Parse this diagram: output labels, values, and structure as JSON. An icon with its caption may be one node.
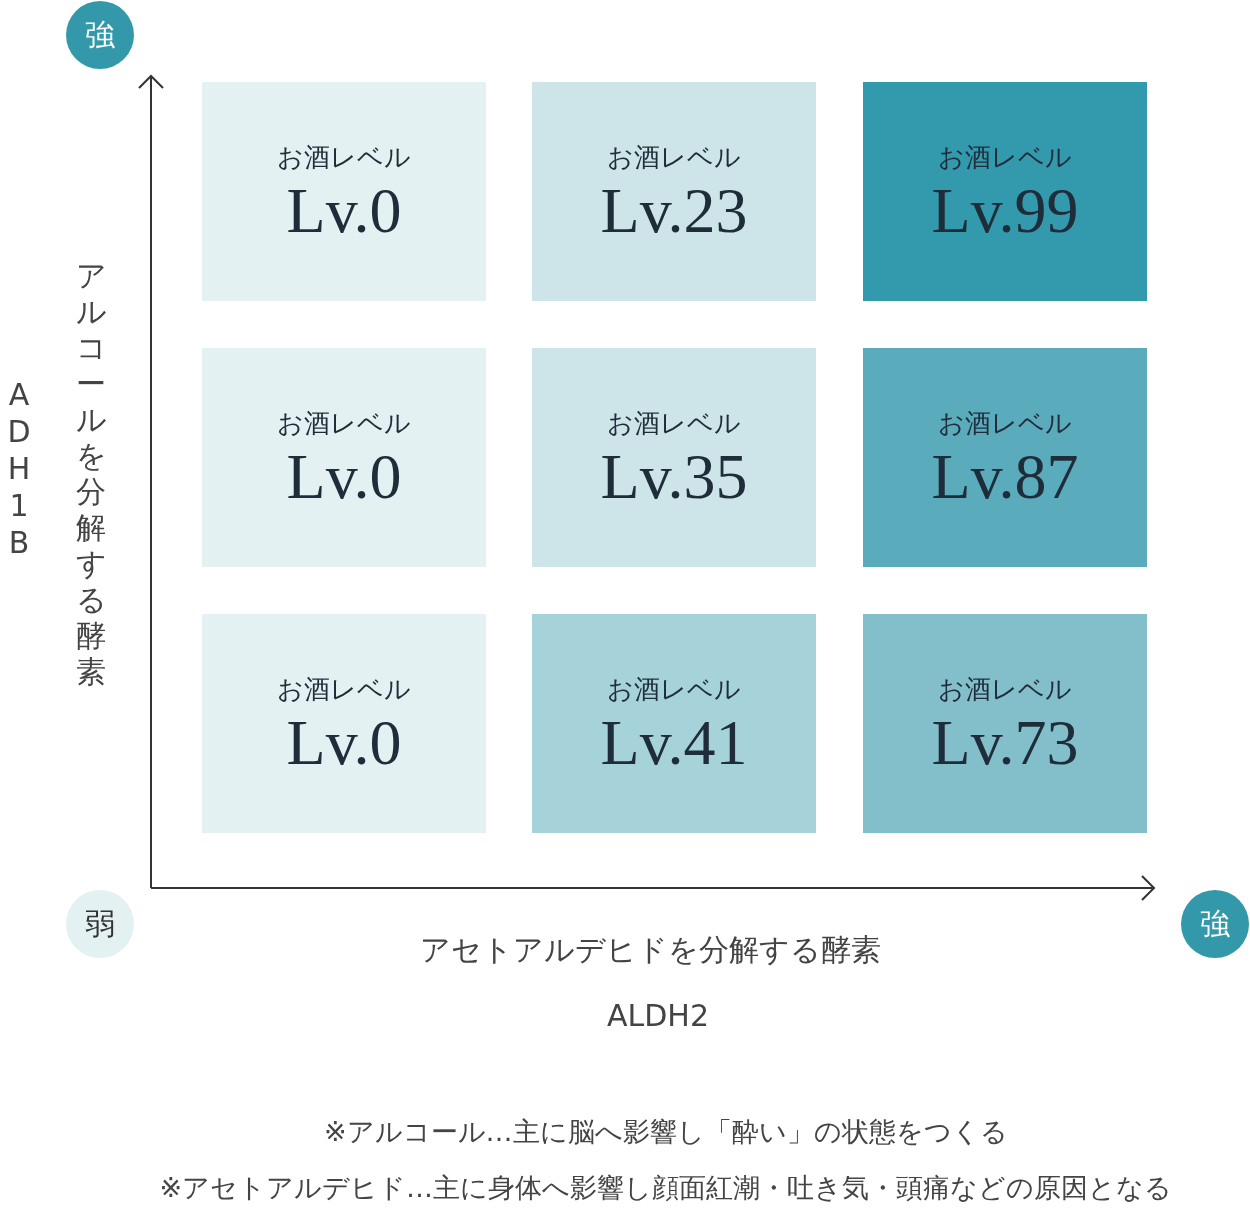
{
  "diagram": {
    "nodes": [
      {
        "text": [
          "強"
        ]
      },
      {
        "text": [
          "お酒レベル",
          "Lv.0"
        ]
      },
      {
        "text": [
          "お酒レベル",
          "Lv.23"
        ]
      },
      {
        "text": [
          "お酒レベル",
          "Lv.99"
        ]
      },
      {
        "text": [
          "お酒レベル",
          "Lv.0"
        ]
      },
      {
        "text": [
          "お酒レベル",
          "Lv.35"
        ]
      },
      {
        "text": [
          "お酒レベル",
          "Lv.87"
        ]
      },
      {
        "text": [
          "お酒レベル",
          "Lv.0"
        ]
      },
      {
        "text": [
          "お酒レベル",
          "Lv.41"
        ]
      },
      {
        "text": [
          "お酒レベル",
          "Lv.73"
        ]
      },
      {
        "text": [
          "弱"
        ]
      },
      {
        "text": [
          "強"
        ]
      }
    ],
    "edges": [],
    "labels": [
      "アルコールを分解する酵素",
      "ADH1B",
      "アセトアルデヒドを分解する酵素",
      "ALDH2",
      "※アルコール…主に脳へ影響し「酔い」の状態をつくる",
      "※アセトアルデヒド…主に身体へ影響し顔面紅潮・吐き気・頭痛などの原因となる"
    ]
  }
}
